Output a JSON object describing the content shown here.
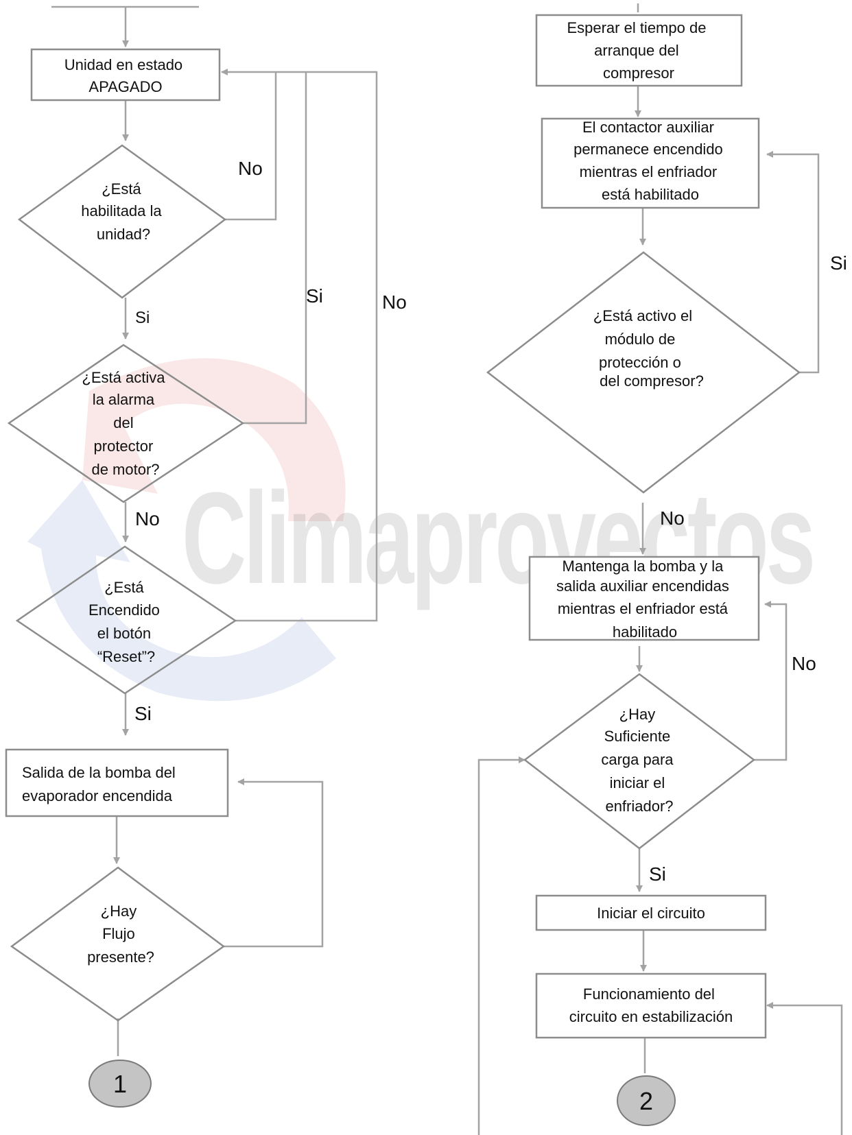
{
  "watermark": "Climaproyectos",
  "colors": {
    "shape_stroke": "#8c8c8c",
    "connector_line": "#a3a3a3",
    "connector_circle": "#c4c4c4",
    "watermark_red": "#e07070",
    "watermark_blue": "#6f86c8"
  },
  "nodes": {
    "unidad_apagado": [
      "Unidad en estado",
      "APAGADO"
    ],
    "habilitada": [
      "¿Está",
      "habilitada la",
      "unidad?"
    ],
    "alarma": [
      "¿Está activa",
      "la alarma",
      "del",
      "protector",
      "de motor?"
    ],
    "reset": [
      "¿Está",
      "Encendido",
      "el botón",
      "“Reset”?"
    ],
    "bomba": [
      "Salida de la bomba del",
      "evaporador encendida"
    ],
    "flujo": [
      "¿Hay",
      "Flujo",
      "presente?"
    ],
    "esperar": [
      "Esperar el tiempo de",
      "arranque del",
      "compresor"
    ],
    "contactor": [
      "El contactor auxiliar",
      "permanece encendido",
      "mientras el enfriador",
      "está habilitado"
    ],
    "modulo": [
      "¿Está activo el",
      "módulo de",
      "protección o",
      "del compresor?"
    ],
    "mantenga": [
      "Mantenga la bomba y la",
      "salida auxiliar encendidas",
      "mientras el enfriador está",
      "habilitado"
    ],
    "carga": [
      "¿Hay",
      "Suficiente",
      "carga para",
      "iniciar el",
      "enfriador?"
    ],
    "iniciar": [
      "Iniciar el circuito"
    ],
    "funcionamiento": [
      "Funcionamiento del",
      "circuito en estabilización"
    ]
  },
  "edge_labels": {
    "habilitada_no": "No",
    "habilitada_si": "Si",
    "alarma_si": "Si",
    "reset_no": "No",
    "alarma_no": "No",
    "reset_si": "Si",
    "modulo_si": "Si",
    "modulo_no": "No",
    "carga_no": "No",
    "carga_si": "Si"
  },
  "connectors": {
    "c1": "1",
    "c2": "2"
  }
}
